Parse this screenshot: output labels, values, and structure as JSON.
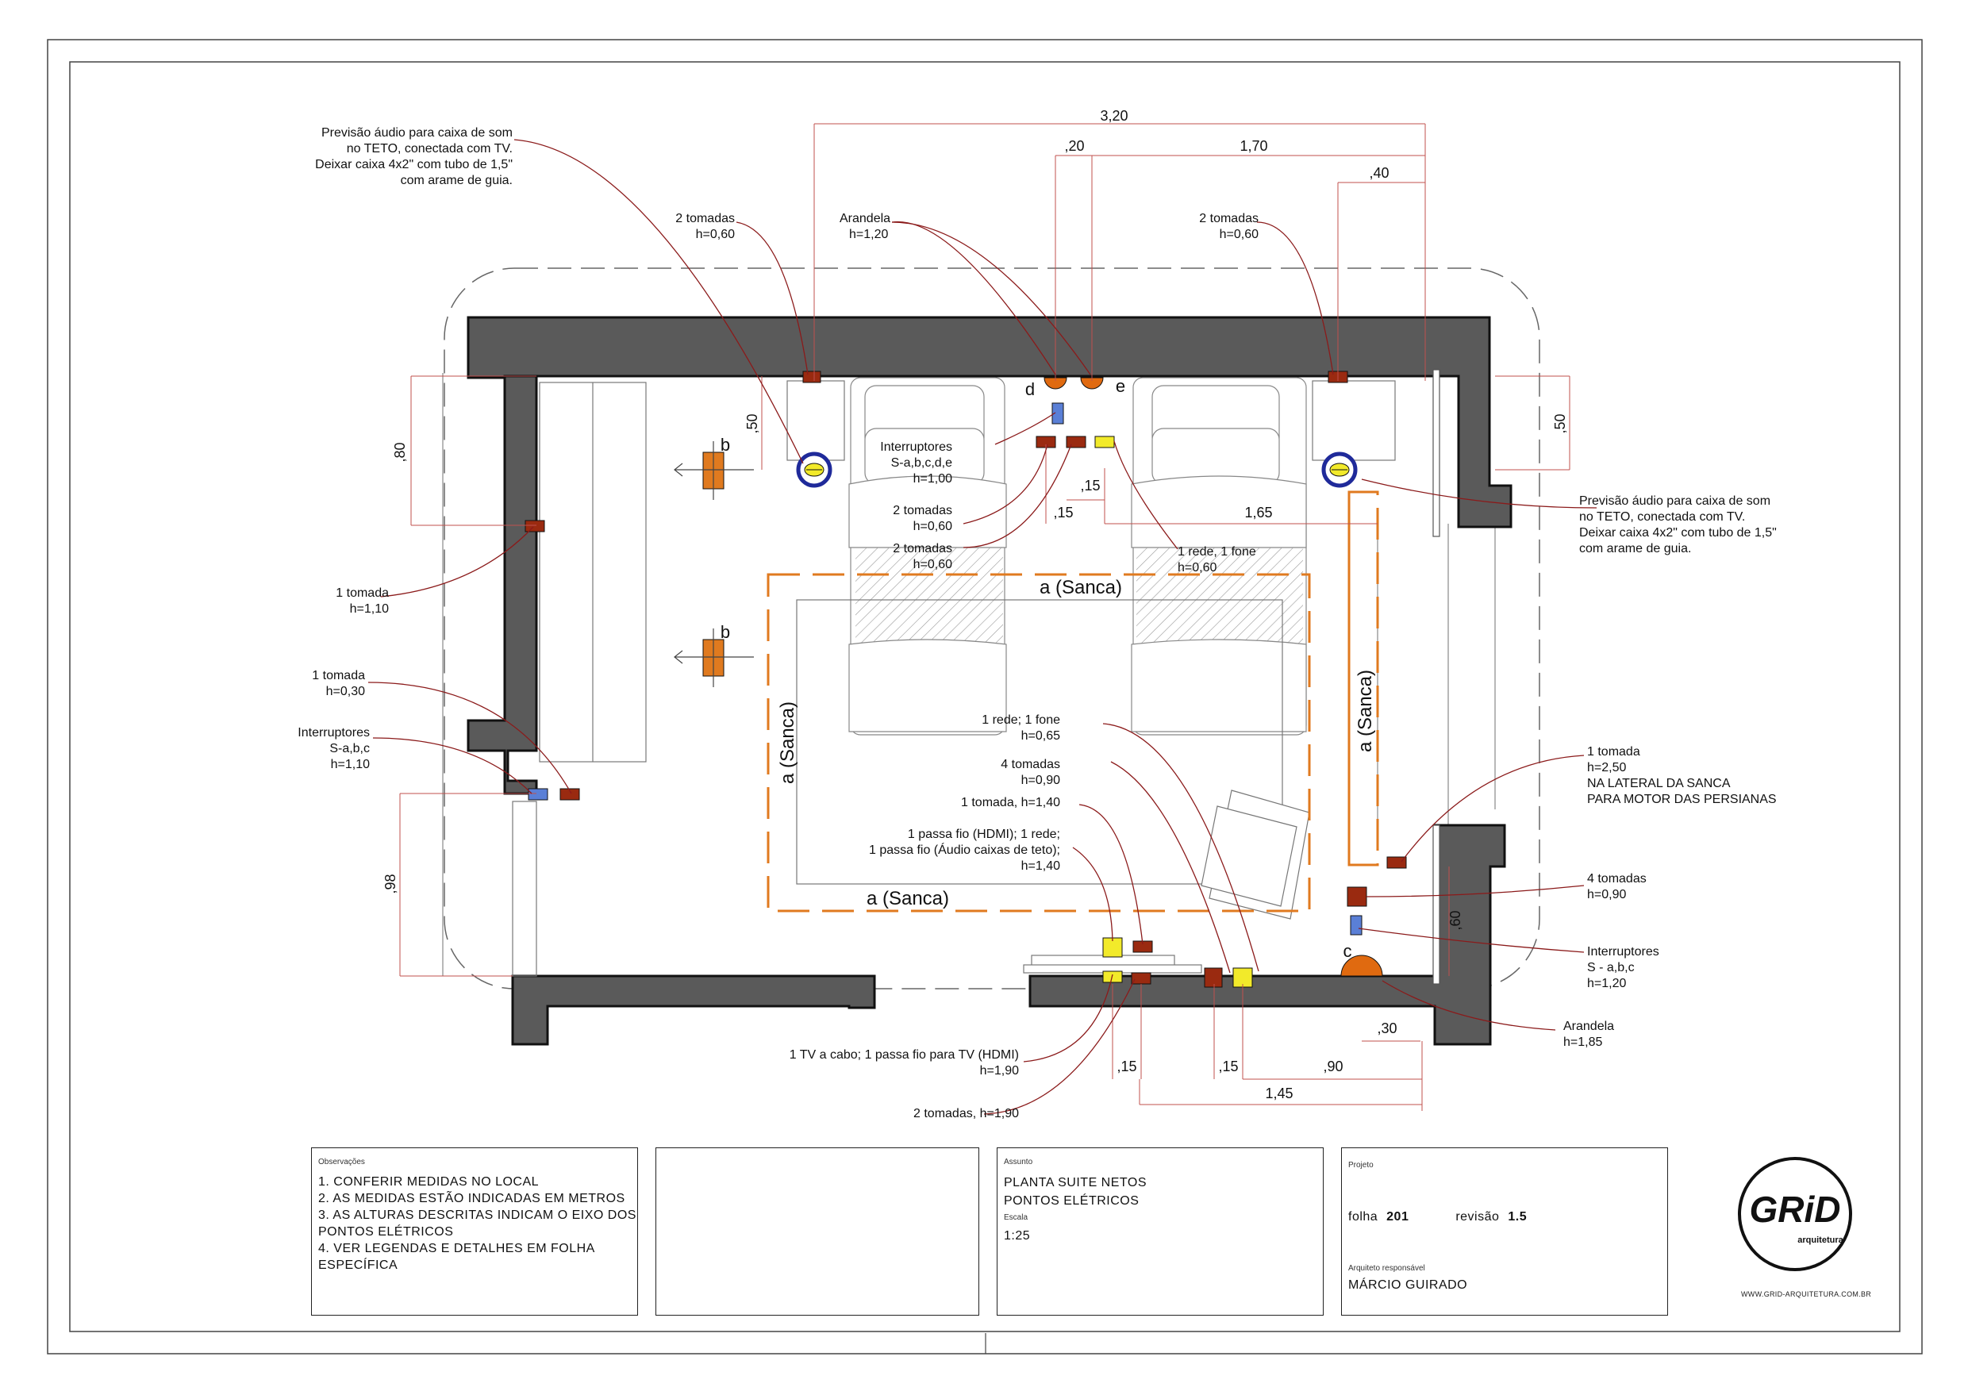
{
  "dimensions": {
    "top_total": "3,20",
    "top_20": ",20",
    "top_170": "1,70",
    "top_40": ",40",
    "left_80": ",80",
    "left_50": ",50",
    "left_98": ",98",
    "right_50": ",50",
    "right_60": ",60",
    "mid_15a": ",15",
    "mid_15b": ",15",
    "mid_165": "1,65",
    "bot_15a": ",15",
    "bot_15b": ",15",
    "bot_90": ",90",
    "bot_30": ",30",
    "bot_145": "1,45"
  },
  "annotations": {
    "audio_left": [
      "Previsão áudio para caixa de som",
      "no TETO, conectada com TV.",
      "Deixar caixa 4x2\" com tubo de 1,5\"",
      "com arame de guia."
    ],
    "audio_right": [
      "Previsão áudio para caixa de som",
      "no TETO, conectada com TV.",
      "Deixar caixa 4x2\" com tubo de 1,5\"",
      "com arame de guia."
    ],
    "tomadas_top_left": [
      "2 tomadas",
      "h=0,60"
    ],
    "arandela_top": [
      "Arandela",
      "h=1,20"
    ],
    "tomadas_top_right": [
      "2 tomadas",
      "h=0,60"
    ],
    "interruptores_center": [
      "Interruptores",
      "S-a,b,c,d,e",
      "h=1,00"
    ],
    "tomadas_center_1": [
      "2 tomadas",
      "h=0,60"
    ],
    "tomadas_center_2": [
      "2 tomadas",
      "h=0,60"
    ],
    "rede_fone_top": [
      "1 rede, 1 fone",
      "h=0,60"
    ],
    "tomada_left_110": [
      "1 tomada",
      "h=1,10"
    ],
    "tomada_left_030": [
      "1 tomada",
      "h=0,30"
    ],
    "interruptores_left": [
      "Interruptores",
      "S-a,b,c",
      "h=1,10"
    ],
    "rede_fone_mid": [
      "1 rede; 1 fone",
      "h=0,65"
    ],
    "tomadas_4_mid": [
      "4 tomadas",
      "h=0,90"
    ],
    "tomada_140": [
      "1 tomada, h=1,40"
    ],
    "passa_fio": [
      "1 passa fio (HDMI); 1 rede;",
      "1 passa fio (Áudio caixas de teto);",
      "h=1,40"
    ],
    "tomada_250": [
      "1 tomada",
      "h=2,50",
      "NA LATERAL DA SANCA",
      "PARA MOTOR DAS PERSIANAS"
    ],
    "tomadas_4_right": [
      "4 tomadas",
      "h=0,90"
    ],
    "interruptores_right": [
      "Interruptores",
      "S - a,b,c",
      "h=1,20"
    ],
    "arandela_right": [
      "Arandela",
      "h=1,85"
    ],
    "tv_cabo": [
      "1 TV a cabo; 1 passa fio para TV (HDMI)",
      "h=1,90"
    ],
    "tomadas_190": [
      "2 tomadas, h=1,90"
    ]
  },
  "markers": {
    "b_upper": "b",
    "b_lower": "b",
    "c": "c",
    "d": "d",
    "e": "e"
  },
  "sanca": {
    "top": "a (Sanca)",
    "bottom": "a (Sanca)",
    "left": "a (Sanca)",
    "right": "a (Sanca)"
  },
  "title_block": {
    "observacoes_label": "Observações",
    "observacoes": [
      "1. CONFERIR MEDIDAS NO LOCAL",
      "2. AS MEDIDAS ESTÃO INDICADAS EM METROS",
      "3. AS ALTURAS DESCRITAS INDICAM O EIXO DOS",
      "PONTOS ELÉTRICOS",
      "4. VER LEGENDAS E DETALHES EM FOLHA",
      "ESPECÍFICA"
    ],
    "assunto_label": "Assunto",
    "assunto": [
      "PLANTA SUITE NETOS",
      "PONTOS ELÉTRICOS"
    ],
    "escala_label": "Escala",
    "escala": "1:25",
    "projeto_label": "Projeto",
    "folha_label": "folha",
    "folha": "201",
    "revisao_label": "revisão",
    "revisao": "1.5",
    "arquiteto_label": "Arquiteto responsável",
    "arquiteto": "MÁRCIO GUIRADO"
  },
  "logo": {
    "mark": "GRiD",
    "sub": "arquitetura",
    "url": "WWW.GRID-ARQUITETURA.COM.BR"
  },
  "colors": {
    "wall": "#5a5a5a",
    "sanca": "#e07a1f",
    "leader": "#8b1a1a",
    "outlet": "#9a2a10",
    "switch": "#5a7fd6",
    "network": "#f2ea2a",
    "lamp": "#e06a10",
    "speaker_ring": "#1f2a9a",
    "dim_line": "#c0504d"
  }
}
